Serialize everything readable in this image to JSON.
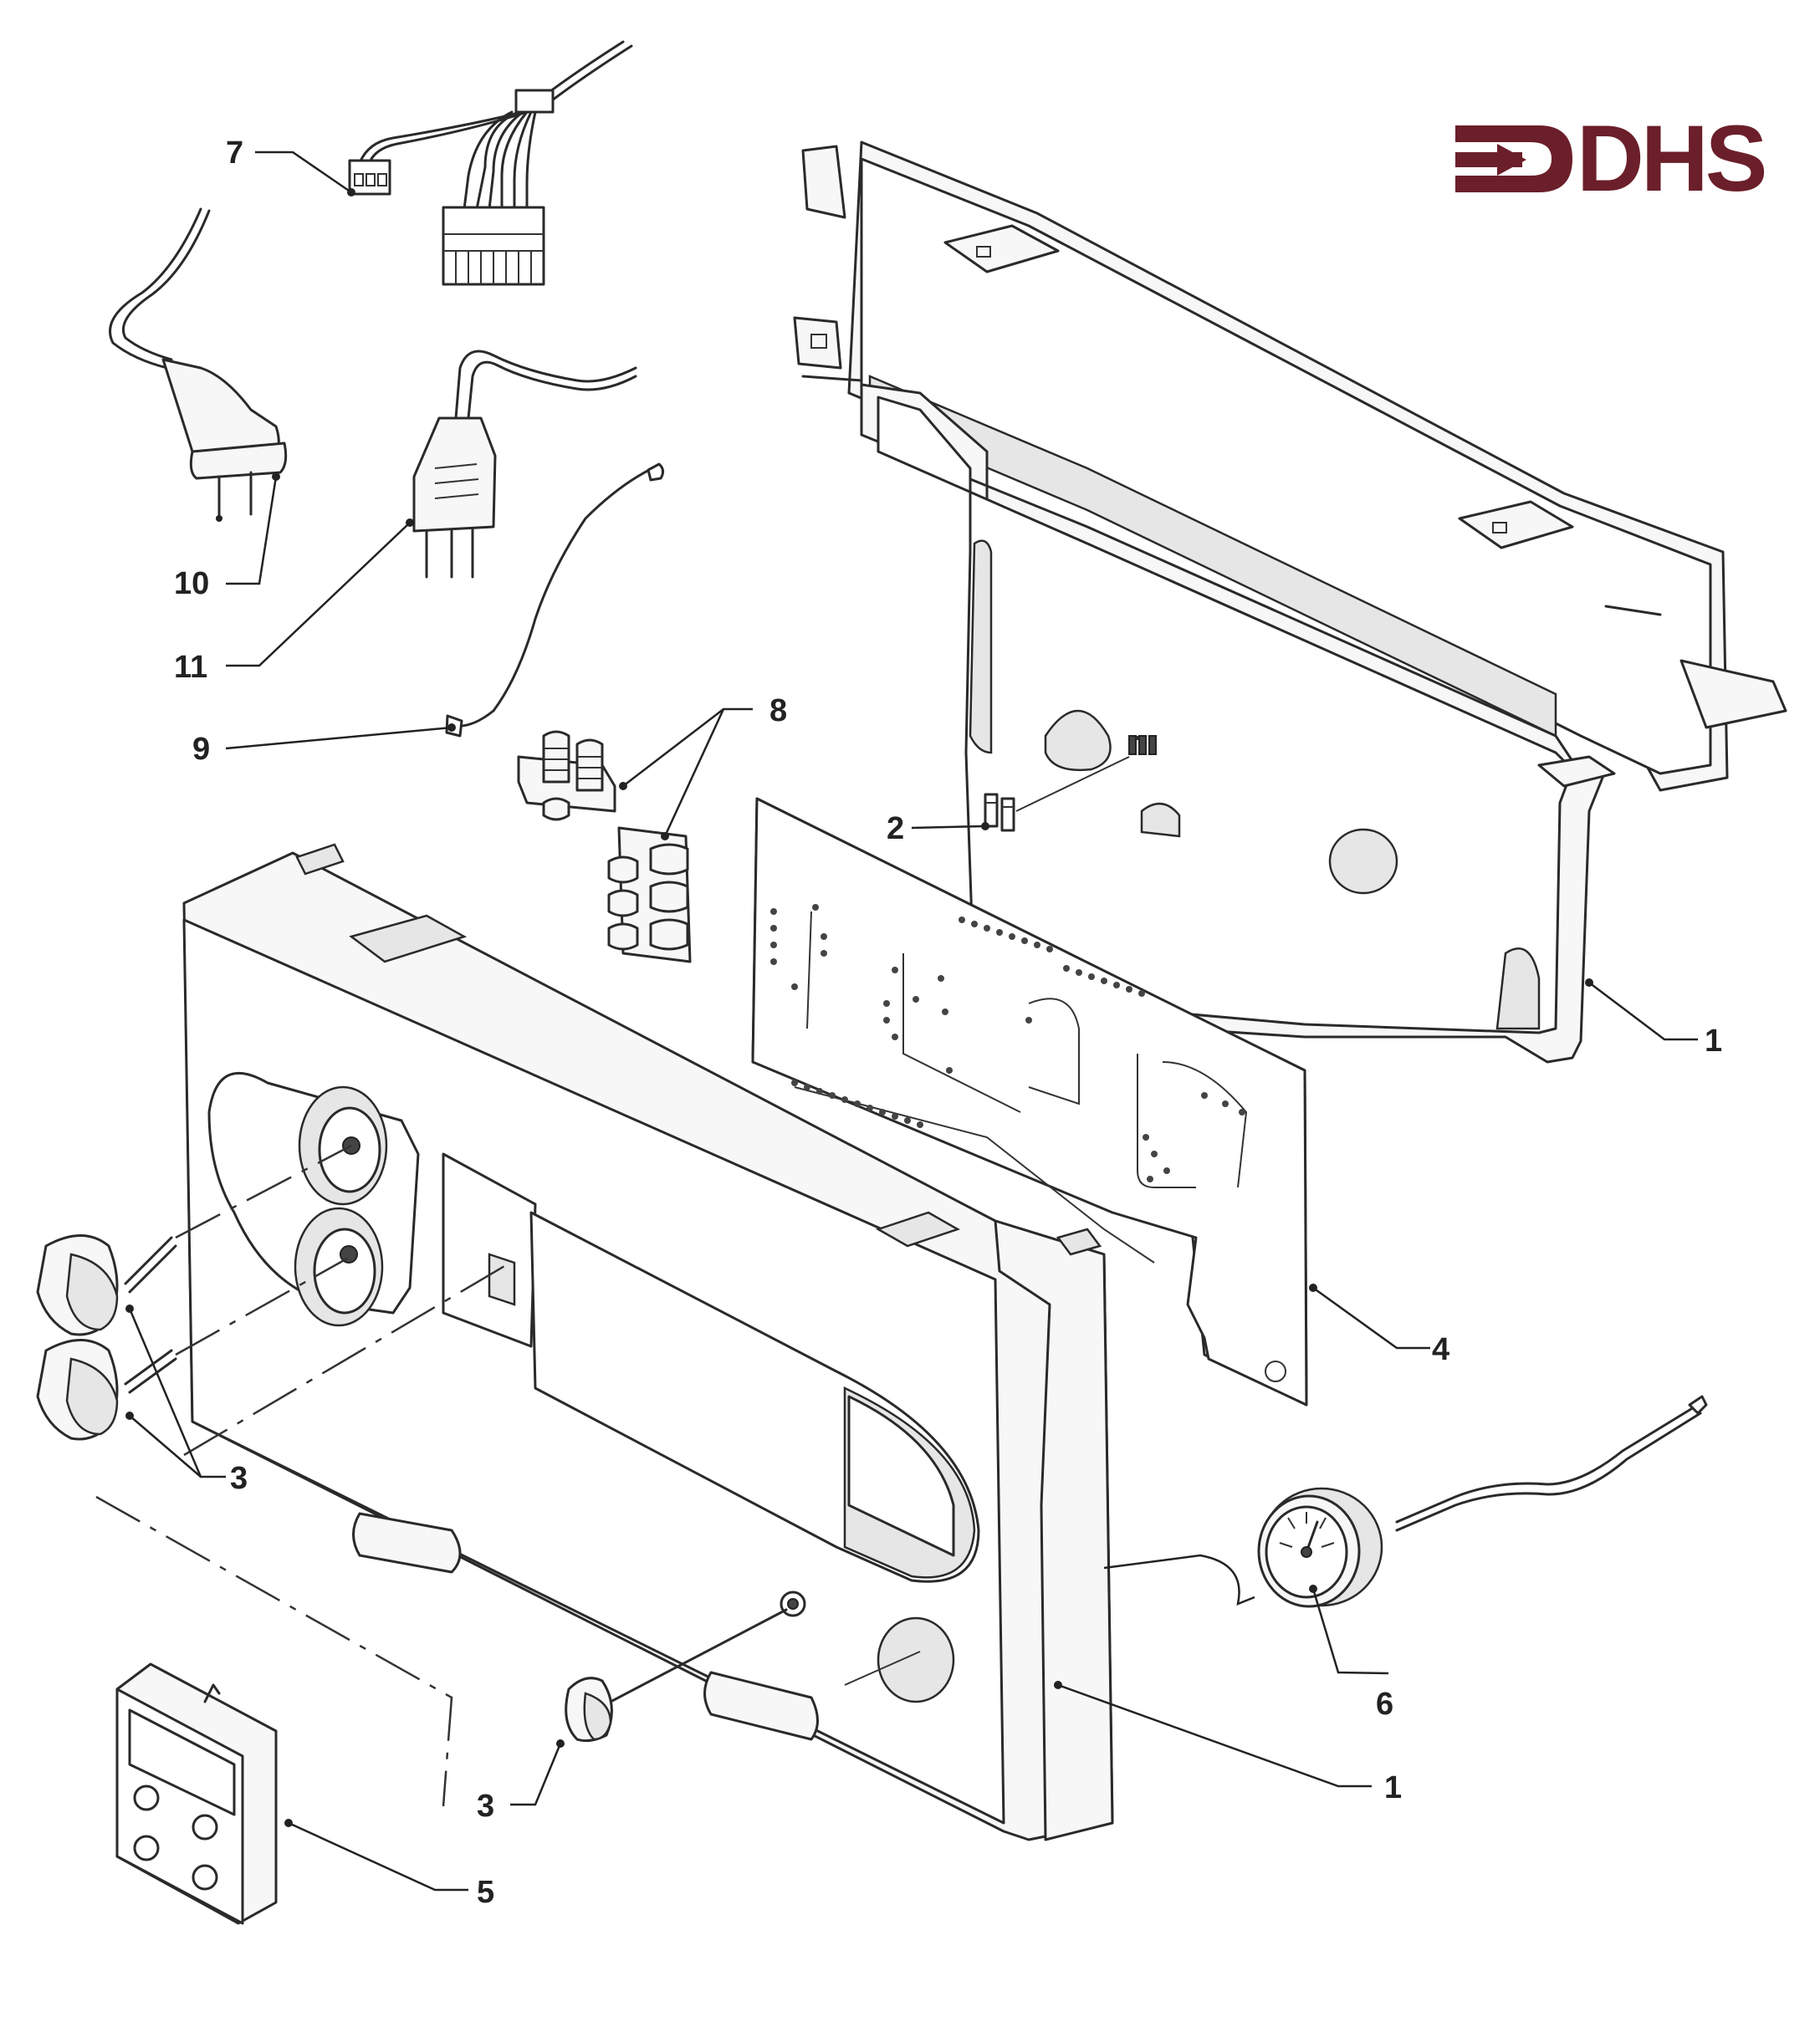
{
  "brand": {
    "logo_text": "DHS",
    "logo_color": "#6b1f2a"
  },
  "callouts": {
    "c7": "7",
    "c10": "10",
    "c11": "11",
    "c9": "9",
    "c8": "8",
    "c2": "2",
    "c1_top": "1",
    "c4": "4",
    "c3_a": "3",
    "c6": "6",
    "c1_bottom": "1",
    "c3_b": "3",
    "c5": "5"
  },
  "parts": [
    {
      "id": "1",
      "name": "control-panel-housing"
    },
    {
      "id": "2",
      "name": "fuses"
    },
    {
      "id": "3",
      "name": "knobs"
    },
    {
      "id": "4",
      "name": "circuit-board"
    },
    {
      "id": "5",
      "name": "programmer"
    },
    {
      "id": "6",
      "name": "pressure-gauge"
    },
    {
      "id": "7",
      "name": "wiring-harness-connector"
    },
    {
      "id": "8",
      "name": "terminal-blocks"
    },
    {
      "id": "9",
      "name": "sensor-lead"
    },
    {
      "id": "10",
      "name": "mains-plug-euro"
    },
    {
      "id": "11",
      "name": "mains-plug"
    }
  ]
}
